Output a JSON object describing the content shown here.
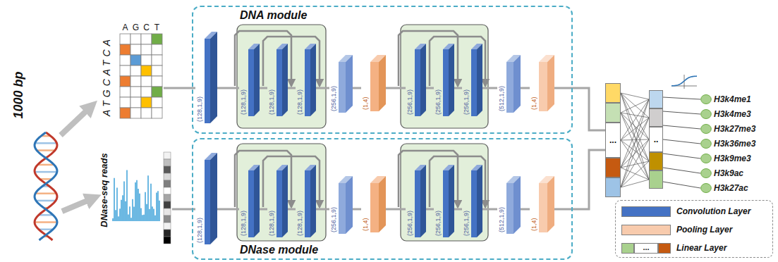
{
  "diagram": {
    "nodes": [
      {
        "text": [
          "DNA module"
        ]
      },
      {
        "text": [
          "(128,1,9)"
        ],
        "in": 0
      },
      {
        "text": [
          "(128,1,9)"
        ],
        "in": 0
      },
      {
        "text": [
          "(128,1,9)"
        ],
        "in": 0
      },
      {
        "text": [
          "(128,1,9)"
        ],
        "in": 0
      },
      {
        "text": [
          "(256,1,9)"
        ],
        "in": 0
      },
      {
        "text": [
          "(1,4)"
        ],
        "in": 0
      },
      {
        "text": [
          "(256,1,9)"
        ],
        "in": 0
      },
      {
        "text": [
          "(256,1,9)"
        ],
        "in": 0
      },
      {
        "text": [
          "(256,1,9)"
        ],
        "in": 0
      },
      {
        "text": [
          "(512,1,9)"
        ],
        "in": 0
      },
      {
        "text": [
          "(1,4)"
        ],
        "in": 0
      },
      {
        "text": [
          "DNase module"
        ]
      },
      {
        "text": [
          "(128,1,9)"
        ],
        "in": 12
      },
      {
        "text": [
          "(128,1,9)"
        ],
        "in": 12
      },
      {
        "text": [
          "(128,1,9)"
        ],
        "in": 12
      },
      {
        "text": [
          "(128,1,9)"
        ],
        "in": 12
      },
      {
        "text": [
          "(256,1,9)"
        ],
        "in": 12
      },
      {
        "text": [
          "(1,4)"
        ],
        "in": 12
      },
      {
        "text": [
          "(256,1,9)"
        ],
        "in": 12
      },
      {
        "text": [
          "(256,1,9)"
        ],
        "in": 12
      },
      {
        "text": [
          "(256,1,9)"
        ],
        "in": 12
      },
      {
        "text": [
          "(512,1,9)"
        ],
        "in": 12
      },
      {
        "text": [
          "(1,4)"
        ],
        "in": 12
      },
      {
        "text": [
          "..."
        ]
      },
      {
        "text": [
          ".."
        ]
      },
      {
        "text": [
          "H3k4me1"
        ]
      },
      {
        "text": [
          "H3k4me3"
        ]
      },
      {
        "text": [
          "H3k27me3"
        ]
      },
      {
        "text": [
          "H3k36me3"
        ]
      },
      {
        "text": [
          "H3k9me3"
        ]
      },
      {
        "text": [
          "H3k9ac"
        ]
      },
      {
        "text": [
          "H3k27ac"
        ]
      }
    ],
    "edges": [
      {
        "from": 1,
        "to": 2,
        "arrow": "none"
      },
      {
        "from": 2,
        "to": 3,
        "arrow": "none"
      },
      {
        "from": 3,
        "to": 4,
        "arrow": "none"
      },
      {
        "from": 4,
        "to": 5,
        "arrow": "none"
      },
      {
        "from": 5,
        "to": 6,
        "arrow": "none"
      },
      {
        "from": 6,
        "to": 7,
        "arrow": "none"
      },
      {
        "from": 7,
        "to": 8,
        "arrow": "none"
      },
      {
        "from": 8,
        "to": 9,
        "arrow": "none"
      },
      {
        "from": 9,
        "to": 10,
        "arrow": "none"
      },
      {
        "from": 10,
        "to": 11,
        "arrow": "none"
      },
      {
        "from": 13,
        "to": 14,
        "arrow": "none"
      },
      {
        "from": 14,
        "to": 15,
        "arrow": "none"
      },
      {
        "from": 15,
        "to": 16,
        "arrow": "none"
      },
      {
        "from": 16,
        "to": 17,
        "arrow": "none"
      },
      {
        "from": 17,
        "to": 18,
        "arrow": "none"
      },
      {
        "from": 18,
        "to": 19,
        "arrow": "none"
      },
      {
        "from": 19,
        "to": 20,
        "arrow": "none"
      },
      {
        "from": 20,
        "to": 21,
        "arrow": "none"
      },
      {
        "from": 21,
        "to": 22,
        "arrow": "none"
      },
      {
        "from": 22,
        "to": 23,
        "arrow": "none"
      },
      {
        "from": 11,
        "to": 24,
        "arrow": "none"
      },
      {
        "from": 23,
        "to": 24,
        "arrow": "none"
      },
      {
        "from": 24,
        "to": 25,
        "arrow": "none"
      },
      {
        "from": 25,
        "to": 26,
        "arrow": "none"
      },
      {
        "from": 25,
        "to": 27,
        "arrow": "none"
      },
      {
        "from": 25,
        "to": 28,
        "arrow": "none"
      },
      {
        "from": 25,
        "to": 29,
        "arrow": "none"
      },
      {
        "from": 25,
        "to": 30,
        "arrow": "none"
      },
      {
        "from": 25,
        "to": 31,
        "arrow": "none"
      },
      {
        "from": 25,
        "to": 32,
        "arrow": "none"
      }
    ],
    "labels": [
      "1000 bp",
      "A",
      "G",
      "C",
      "T",
      "ATGCATCA",
      "DNase-seq reads",
      "..."
    ],
    "legend": [
      {
        "text": "Convolution Layer",
        "color": "#4472c4"
      },
      {
        "text": "Pooling Layer",
        "color": "#f8cbad"
      },
      {
        "text": "Linear Layer"
      }
    ]
  }
}
